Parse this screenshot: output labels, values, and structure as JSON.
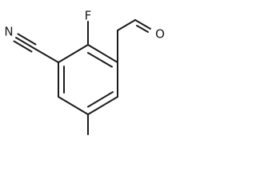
{
  "molecule": {
    "atoms": {
      "fluorine": "F",
      "nitrile_nitrogen": "N",
      "aldehyde_oxygen": "O"
    }
  }
}
